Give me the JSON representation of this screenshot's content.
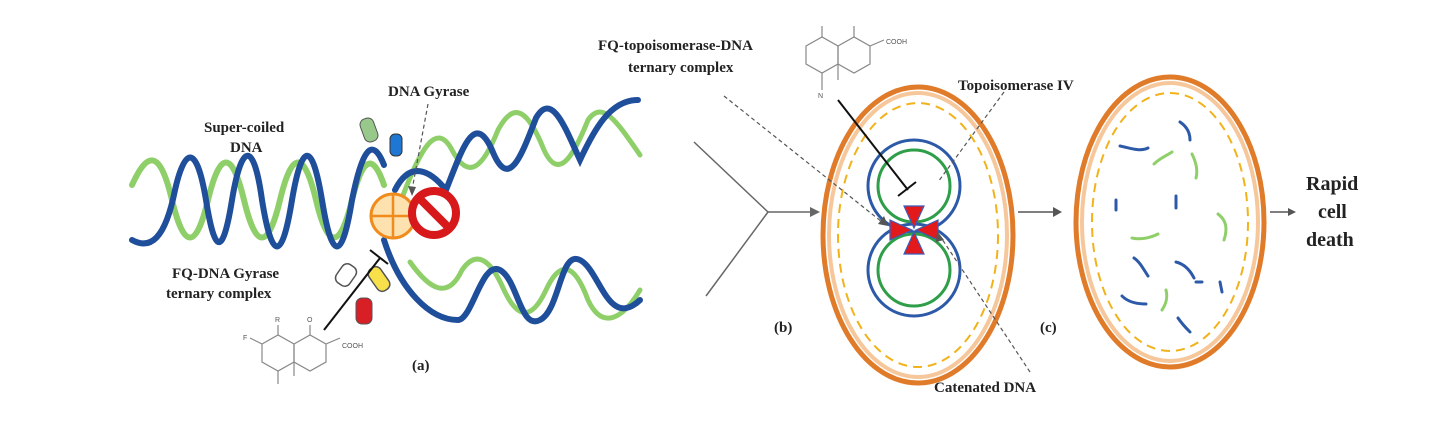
{
  "labels": {
    "super_coiled": [
      "Super-coiled",
      "DNA"
    ],
    "dna_gyrase": "DNA Gyrase",
    "fq_gyrase_complex": [
      "FQ-DNA   Gyrase",
      "ternary complex"
    ],
    "fq_topo_complex": [
      "FQ-topoisomerase-DNA",
      "ternary complex"
    ],
    "topoisomerase_iv": "Topoisomerase IV",
    "catenated_dna": "Catenated DNA",
    "rapid_cell_death": [
      "Rapid",
      "cell",
      "death"
    ],
    "panel_a": "(a)",
    "panel_b": "(b)",
    "panel_c": "(c)",
    "cooh_1": "COOH",
    "cooh_2": "COOH",
    "substituent_r": "R",
    "substituent_o": "O",
    "substituent_f": "F",
    "substituent_n": "N"
  },
  "colors": {
    "dna_blue": "#1f4e9a",
    "dna_green": "#8fcf6a",
    "cell_wall": "#e07b2a",
    "membrane_dash": "#f2b21a",
    "plasmid_blue": "#2d5aa8",
    "plasmid_green": "#2e9e48",
    "topo_red": "#e31a1c",
    "stop_red": "#d7191c"
  }
}
